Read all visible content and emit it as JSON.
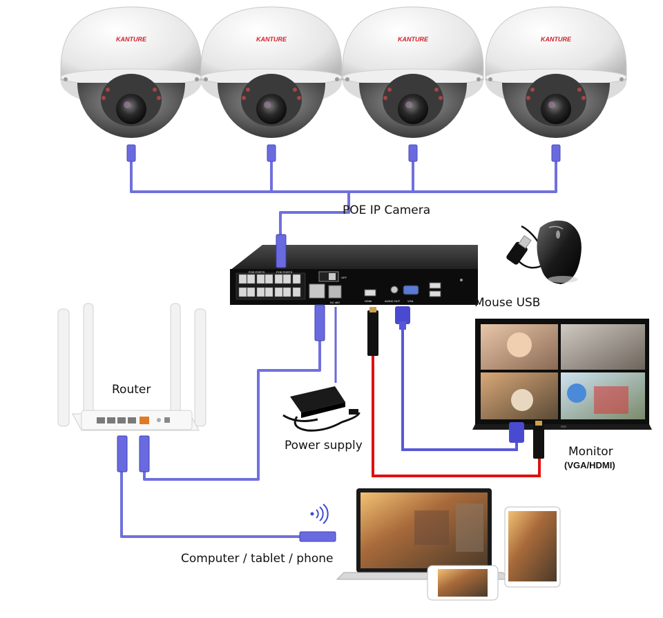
{
  "camera_brand": "KANTURE",
  "labels": {
    "poe_camera": "POE IP Camera",
    "mouse": "Mouse USB",
    "router": "Router",
    "power": "Power supply",
    "monitor": "Monitor",
    "monitor_sub": "(VGA/HDMI)",
    "computer": "Computer / tablet / phone"
  },
  "nvr_ports": {
    "poe_group_1": "POE PORTS",
    "poe_group_2": "POE PORTS",
    "hdmi": "HDMI",
    "audio": "AUDIO OUT",
    "vga": "VGA",
    "dc": "DC 48V",
    "off": "OFF"
  },
  "colors": {
    "network_cable": "#7070dd",
    "hdmi_cable": "#e01010",
    "vga_cable": "#5858d8",
    "brand_red": "#d0202a"
  },
  "icons": [
    "dome-camera-icon",
    "nvr-recorder-icon",
    "usb-mouse-icon",
    "wifi-router-icon",
    "power-adapter-icon",
    "monitor-icon",
    "laptop-icon",
    "tablet-icon",
    "phone-icon",
    "wifi-signal-icon",
    "rj45-connector-icon",
    "hdmi-connector-icon",
    "vga-connector-icon"
  ]
}
